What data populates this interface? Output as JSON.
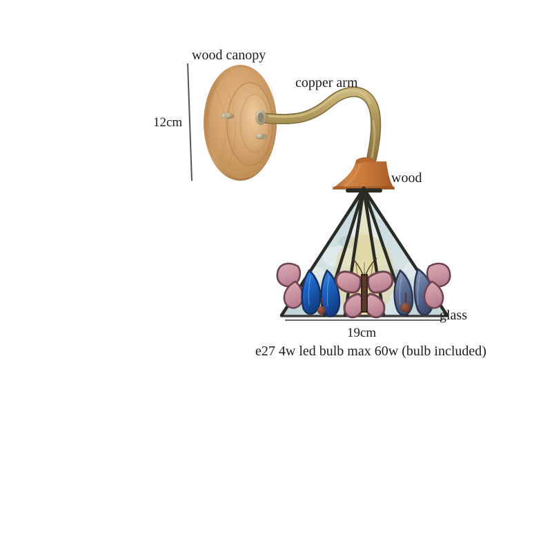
{
  "product": {
    "type": "wall-sconce",
    "description": "Tiffany style stained glass wall lamp with wood canopy and copper arm"
  },
  "annotations": {
    "wood_canopy": "wood canopy",
    "copper_arm": "copper arm",
    "wood": "wood",
    "glass": "glass"
  },
  "dimensions": {
    "height": "12cm",
    "width": "19cm"
  },
  "spec": {
    "bulb": "e27 4w led bulb max 60w (bulb included)"
  },
  "colors": {
    "background": "#ffffff",
    "wood_canopy_light": "#d9a773",
    "wood_canopy_mid": "#c89059",
    "wood_canopy_dark": "#b07b45",
    "brass_arm": "#a89153",
    "brass_arm_light": "#c4b075",
    "wood_cap": "#c97a3c",
    "wood_cap_dark": "#a85c27",
    "glass_pale": "#d7e6e6",
    "glass_warm": "#e3dcb0",
    "lead_line": "#2b2b26",
    "butterfly_pink": "#d6a3b0",
    "butterfly_pink_dark": "#b5808f",
    "wing_blue": "#1f6fd0",
    "wing_blue_dark": "#133f86",
    "wing_slate": "#5d6f97",
    "bead": "#7a3f2a",
    "text": "#1c1c1c",
    "dimension_line": "#555555"
  }
}
